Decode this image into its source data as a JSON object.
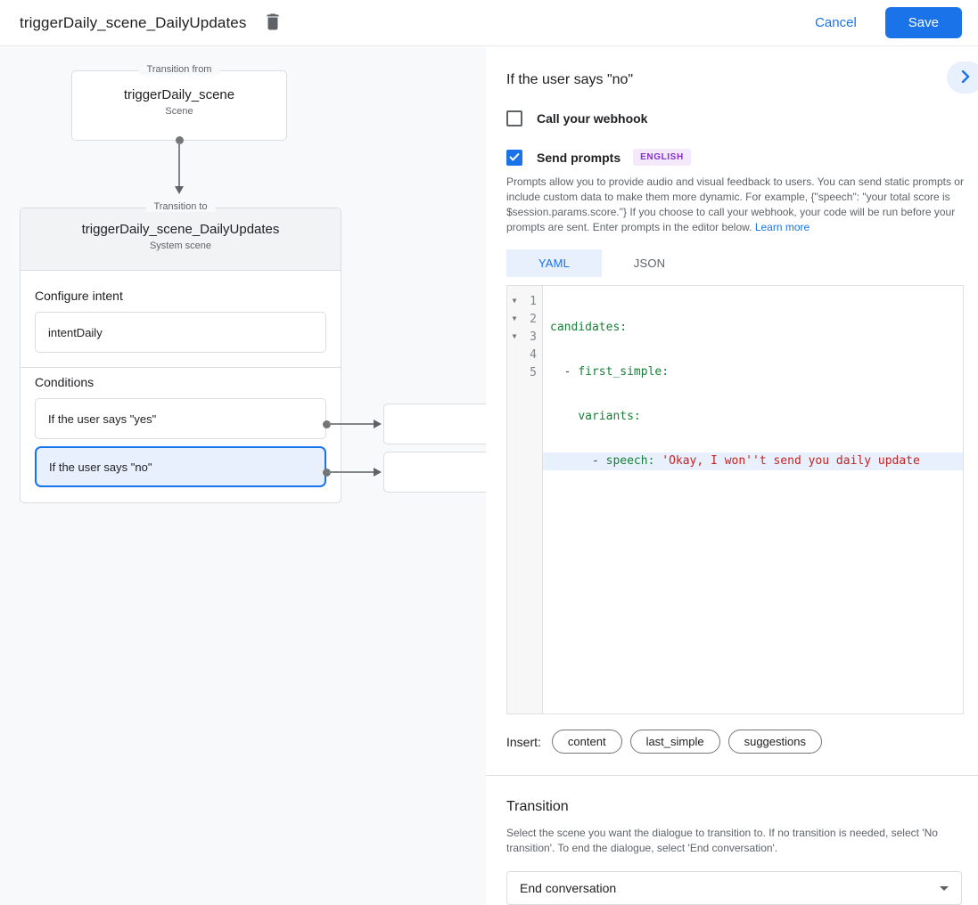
{
  "header": {
    "title": "triggerDaily_scene_DailyUpdates",
    "cancel_label": "Cancel",
    "save_label": "Save"
  },
  "canvas": {
    "from_box": {
      "legend": "Transition from",
      "title": "triggerDaily_scene",
      "subtitle": "Scene"
    },
    "to_box": {
      "legend": "Transition to",
      "title": "triggerDaily_scene_DailyUpdates",
      "subtitle": "System scene",
      "configure_intent_label": "Configure intent",
      "intent_value": "intentDaily",
      "conditions_label": "Conditions",
      "conditions": [
        {
          "label": "If the user says \"yes\""
        },
        {
          "label": "If the user says \"no\""
        }
      ]
    }
  },
  "panel": {
    "title": "If the user says \"no\"",
    "webhook_label": "Call your webhook",
    "prompts_label": "Send prompts",
    "language_badge": "ENGLISH",
    "description": "Prompts allow you to provide audio and visual feedback to users. You can send static prompts or include custom data to make them more dynamic. For example, {\"speech\": \"your total score is $session.params.score.\"} If you choose to call your webhook, your code will be run before your prompts are sent. Enter prompts in the editor below. ",
    "learn_more_label": "Learn more",
    "tabs": {
      "yaml": "YAML",
      "json": "JSON"
    },
    "editor": {
      "line_numbers": [
        "1",
        "2",
        "3",
        "4",
        "5"
      ],
      "fold_glyph": "▼",
      "code": {
        "l1_key": "candidates:",
        "l2_punct": "  - ",
        "l2_key": "first_simple:",
        "l3_punct": "    ",
        "l3_key": "variants:",
        "l4_punct": "      - ",
        "l4_key": "speech: ",
        "l4_string": "'Okay, I won''t send you daily update"
      }
    },
    "insert_label": "Insert:",
    "chips": [
      "content",
      "last_simple",
      "suggestions"
    ]
  },
  "transition": {
    "title": "Transition",
    "description": "Select the scene you want the dialogue to transition to. If no transition is needed, select 'No transition'. To end the dialogue, select 'End conversation'.",
    "select_value": "End conversation"
  },
  "colors": {
    "accent_blue": "#1a73e8",
    "selection_blue_bg": "#e8f0fe",
    "border_gray": "#dadce0",
    "canvas_bg": "#f8f9fa",
    "scene_header_bg": "#f1f3f4",
    "code_key_green": "#188038",
    "code_string_red": "#c5221f",
    "badge_purple_bg": "#f4e8fd",
    "badge_purple_text": "#8430ce"
  }
}
